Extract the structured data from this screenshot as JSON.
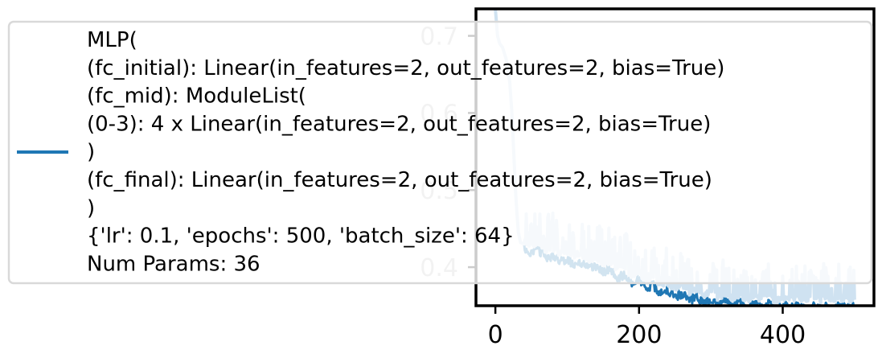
{
  "chart_data": {
    "type": "line",
    "xlabel": "",
    "ylabel": "",
    "xlim": [
      -27,
      527
    ],
    "ylim": [
      0.35,
      0.735
    ],
    "xticks": [
      0,
      200,
      400
    ],
    "yticks": [
      0.4,
      0.5,
      0.6,
      0.7
    ],
    "xtick_labels": [
      "0",
      "200",
      "400"
    ],
    "ytick_labels": [
      "0.4",
      "0.5",
      "0.6",
      "0.7"
    ],
    "grid": false,
    "legend_placement": "upper-left",
    "colors": {
      "line": "#1f77b4",
      "smoothed": "#cfe2f1",
      "legend_border": "#d9d9d9",
      "axes": "#000000"
    },
    "legend": {
      "lines": [
        "MLP(",
        "  (fc_initial): Linear(in_features=2, out_features=2, bias=True)",
        "  (fc_mid): ModuleList(",
        "    (0-3): 4 x Linear(in_features=2, out_features=2, bias=True)",
        "  )",
        "  (fc_final): Linear(in_features=2, out_features=2, bias=True)",
        ")",
        "{'lr': 0.1, 'epochs': 500, 'batch_size': 64}",
        "Num Params: 36"
      ]
    },
    "series": [
      {
        "x": [
          0,
          3,
          6,
          10,
          15,
          20,
          23,
          26,
          28,
          30,
          32,
          35,
          40,
          50,
          60,
          70,
          80,
          90,
          100,
          110,
          120,
          130,
          140,
          150,
          160,
          170,
          180,
          190,
          200,
          210,
          220,
          230,
          240,
          250,
          260,
          270,
          280,
          290,
          300,
          310,
          320,
          330,
          340,
          350,
          360,
          370,
          380,
          390,
          400,
          410,
          420,
          430,
          440,
          450,
          460,
          470,
          480,
          490,
          500
        ],
        "values": [
          0.735,
          0.7,
          0.69,
          0.685,
          0.67,
          0.64,
          0.6,
          0.54,
          0.5,
          0.47,
          0.445,
          0.432,
          0.43,
          0.425,
          0.428,
          0.418,
          0.421,
          0.414,
          0.416,
          0.41,
          0.412,
          0.405,
          0.408,
          0.4,
          0.404,
          0.392,
          0.396,
          0.385,
          0.39,
          0.378,
          0.382,
          0.372,
          0.376,
          0.368,
          0.372,
          0.362,
          0.368,
          0.359,
          0.365,
          0.356,
          0.362,
          0.355,
          0.36,
          0.353,
          0.359,
          0.354,
          0.358,
          0.352,
          0.357,
          0.353,
          0.356,
          0.352,
          0.357,
          0.353,
          0.356,
          0.352,
          0.356,
          0.353,
          0.356
        ]
      }
    ]
  }
}
